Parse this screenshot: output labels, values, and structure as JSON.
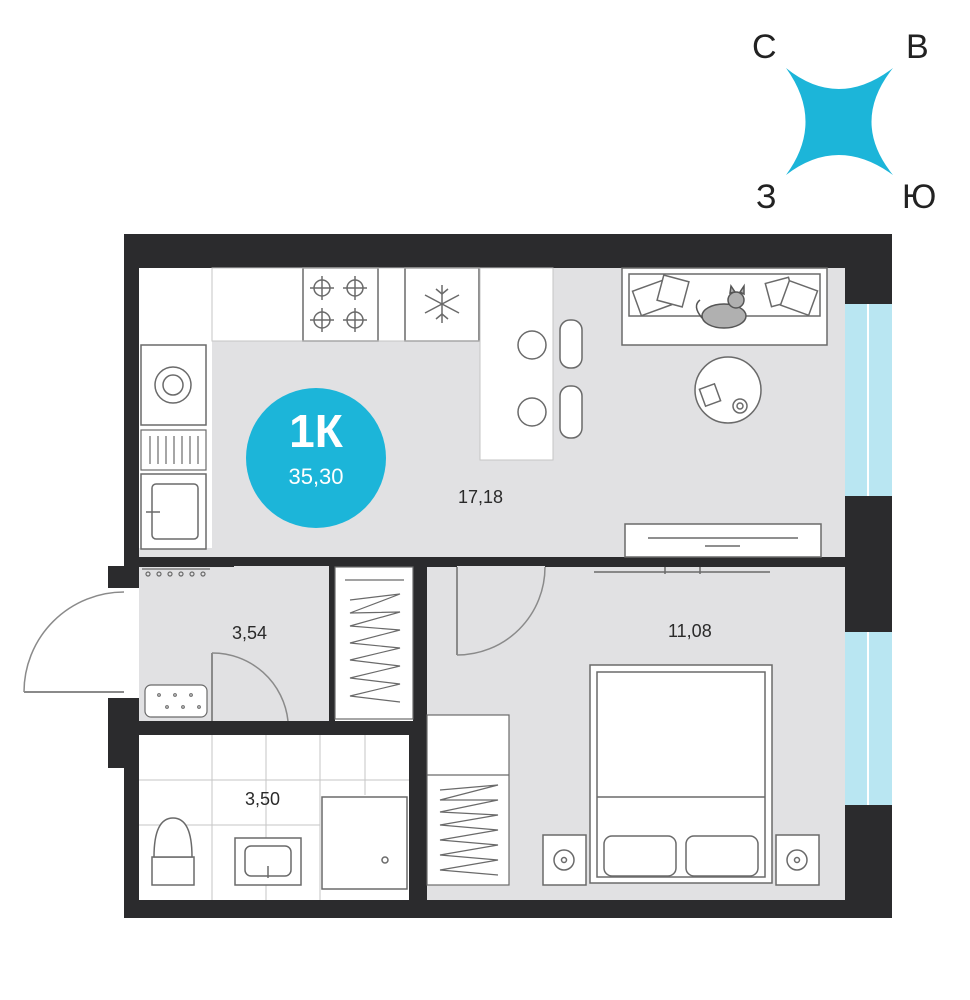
{
  "compass": {
    "north": "С",
    "east": "В",
    "south": "Ю",
    "west": "З",
    "color": "#1cb5d9"
  },
  "badge": {
    "type": "1К",
    "total_area": "35,30",
    "color": "#1cb5d9"
  },
  "rooms": {
    "living_kitchen_area": "17,18",
    "hall_area": "3,54",
    "bathroom_area": "3,50",
    "bedroom_area": "11,08"
  },
  "colors": {
    "wall": "#2b2b2d",
    "floor": "#e1e1e3",
    "window": "#b9e6f2"
  },
  "icons": [
    "snowflake-icon",
    "stove-icon",
    "cat-icon",
    "toilet-icon",
    "sink-icon"
  ]
}
